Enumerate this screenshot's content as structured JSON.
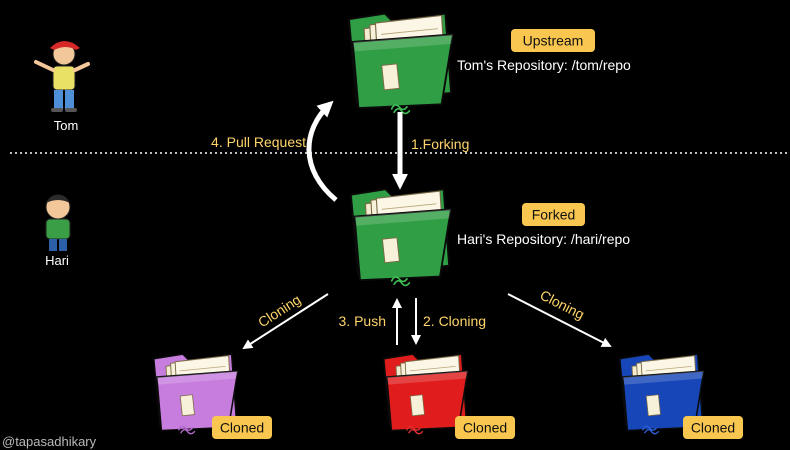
{
  "colors": {
    "background": "#000000",
    "badge": "#f9c74f",
    "label_accent": "#ffd56a",
    "text": "#ffffff",
    "upstream_folder": "#2f9e44",
    "forked_folder": "#2f9e44",
    "purple_clone": "#c77dde",
    "red_clone": "#e01c1c",
    "blue_clone": "#1746b8"
  },
  "people": {
    "tom": {
      "name": "Tom",
      "icon": "cartoon-tom-icon"
    },
    "hari": {
      "name": "Hari",
      "icon": "cartoon-hari-icon"
    }
  },
  "repos": {
    "upstream": {
      "badge": "Upstream",
      "description": "Tom's Repository: /tom/repo"
    },
    "forked": {
      "badge": "Forked",
      "description": "Hari's Repository: /hari/repo"
    },
    "clone_left": {
      "badge": "Cloned"
    },
    "clone_center": {
      "badge": "Cloned"
    },
    "clone_right": {
      "badge": "Cloned"
    }
  },
  "arrows": {
    "forking": "1.Forking",
    "pull_request": "4. Pull Request",
    "push": "3. Push",
    "cloning_center": "2. Cloning",
    "cloning_left": "Cloning",
    "cloning_right": "Cloning"
  },
  "watermark": "@tapasadhikary"
}
